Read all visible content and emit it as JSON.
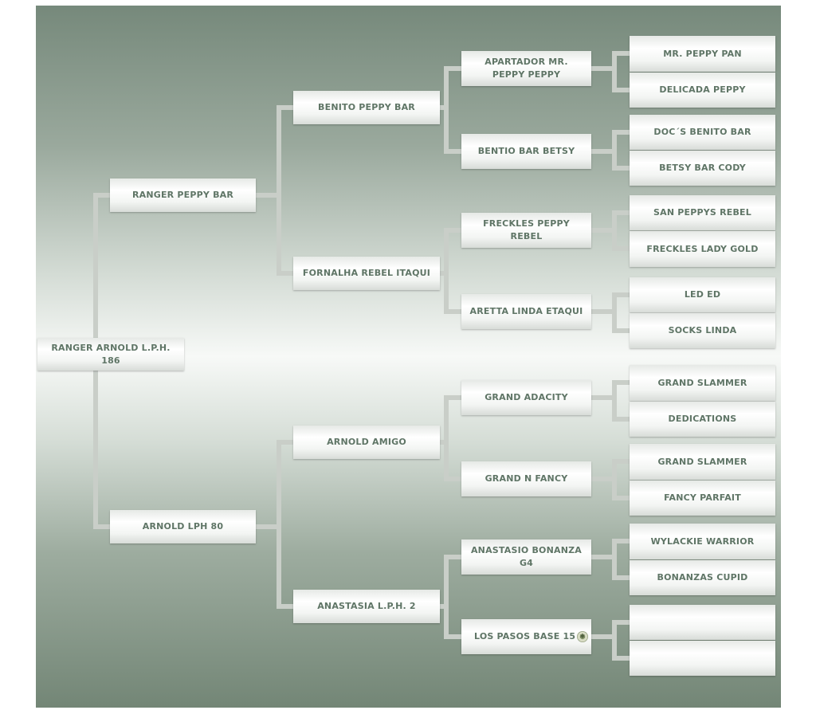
{
  "pedigree": {
    "subject": "RANGER ARNOLD L.P.H. 186",
    "parents": [
      "RANGER PEPPY BAR",
      "ARNOLD LPH 80"
    ],
    "grandparents": [
      "BENITO PEPPY BAR",
      "FORNALHA REBEL ITAQUI",
      "ARNOLD AMIGO",
      "ANASTASIA L.P.H. 2"
    ],
    "great_grandparents": [
      "APARTADOR MR. PEPPY PEPPY",
      "BENTIO BAR BETSY",
      "FRECKLES PEPPY REBEL",
      "ARETTA LINDA ETAQUI",
      "GRAND ADACITY",
      "GRAND N FANCY",
      "ANASTASIO BONANZA G4",
      "LOS PASOS BASE 15"
    ],
    "great_great_grandparents": [
      "MR. PEPPY PAN",
      "DELICADA PEPPY",
      "DOC´S BENITO BAR",
      "BETSY BAR CODY",
      "SAN PEPPYS REBEL",
      "FRECKLES LADY GOLD",
      "LED ED",
      "SOCKS LINDA",
      "GRAND SLAMMER",
      "DEDICATIONS",
      "GRAND SLAMMER",
      "FANCY PARFAIT",
      "WYLACKIE WARRIOR",
      "BONANZAS CUPID",
      "",
      ""
    ]
  },
  "icons": {
    "los_pasos_badge": "medal-icon"
  },
  "colors": {
    "text": "#5f7566",
    "connector": "#c9cec8"
  }
}
